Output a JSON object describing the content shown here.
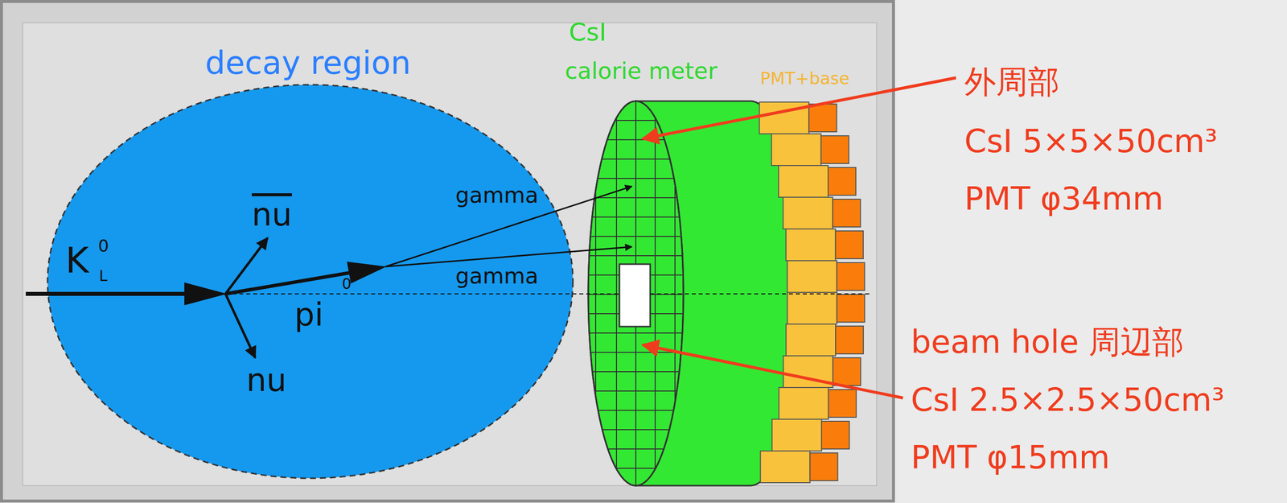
{
  "diagram": {
    "labels": [
      "decay region",
      "CsI",
      "calorie meter",
      "PMT+base",
      "外周部",
      "CsI 5×5×50cm³",
      "PMT φ34mm",
      "K",
      "0",
      "L",
      "nu",
      "gamma",
      "gamma",
      "pi",
      "0",
      "nu",
      "beam hole 周辺部",
      "CsI 2.5×2.5×50cm³",
      "PMT φ15mm"
    ]
  }
}
